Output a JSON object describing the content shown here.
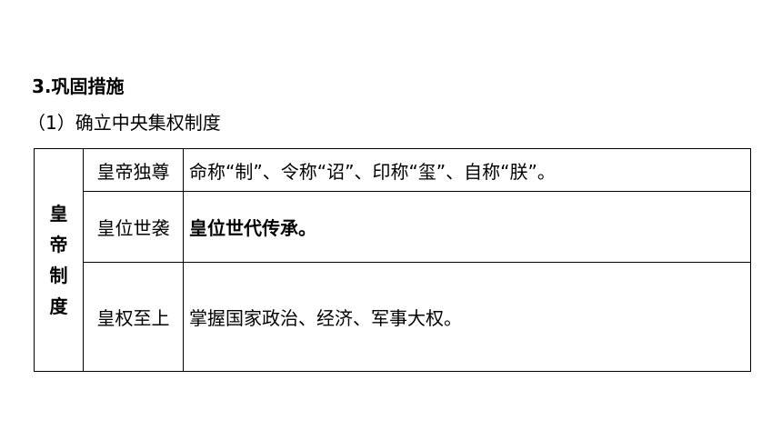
{
  "section": {
    "heading": "3.巩固措施",
    "subheading": "（1）确立中央集权制度"
  },
  "table": {
    "system_chars": [
      "皇",
      "帝",
      "制",
      "度"
    ],
    "rows": [
      {
        "aspect": "皇帝独尊",
        "description": "命称“制”、令称“诏”、印称“玺”、自称“朕”。"
      },
      {
        "aspect": "皇位世袭",
        "description": "皇位世代传承。"
      },
      {
        "aspect": "皇权至上",
        "description": "掌握国家政治、经济、军事大权。"
      }
    ]
  }
}
